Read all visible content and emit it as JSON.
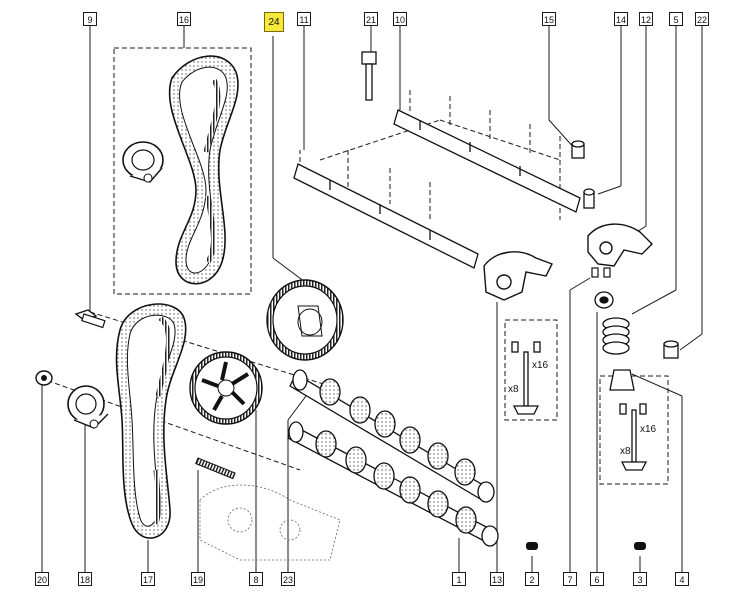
{
  "diagram": {
    "highlighted_part": "24",
    "highlight_color": "#f5e83a",
    "line_color": "#1a1a1a",
    "callouts_top": [
      "9",
      "16",
      "24",
      "11",
      "21",
      "10",
      "15",
      "14",
      "12",
      "5",
      "22"
    ],
    "callouts_bottom": [
      "20",
      "18",
      "17",
      "19",
      "8",
      "23",
      "1",
      "13",
      "2",
      "7",
      "6",
      "3",
      "4"
    ],
    "qty_labels": {
      "exhaust_valve_a": "x16",
      "exhaust_valve_b": "x8",
      "intake_valve_a": "x16",
      "intake_valve_b": "x8"
    }
  }
}
